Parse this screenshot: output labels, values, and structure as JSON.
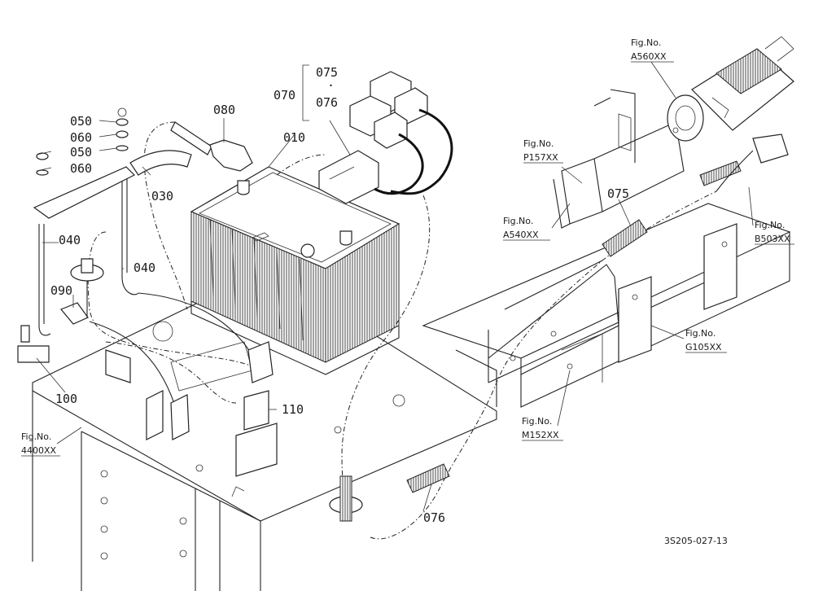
{
  "labels": {
    "p010": "010",
    "p030": "030",
    "p040a": "040",
    "p040b": "040",
    "p050a": "050",
    "p050b": "050",
    "p060a": "060",
    "p060b": "060",
    "p070": "070",
    "p075a": "075",
    "p075b": "075",
    "p076a": "076",
    "p076b": "076",
    "p080": "080",
    "p090": "090",
    "p100": "100",
    "p110": "110"
  },
  "refs": {
    "fig_label": "Fig.No.",
    "a560": "A560XX",
    "p157": "P157XX",
    "a540": "A540XX",
    "b503": "B503XX",
    "g105": "G105XX",
    "m152": "M152XX",
    "n4400": "4400XX"
  },
  "drawing_code": "3S205-027-13"
}
